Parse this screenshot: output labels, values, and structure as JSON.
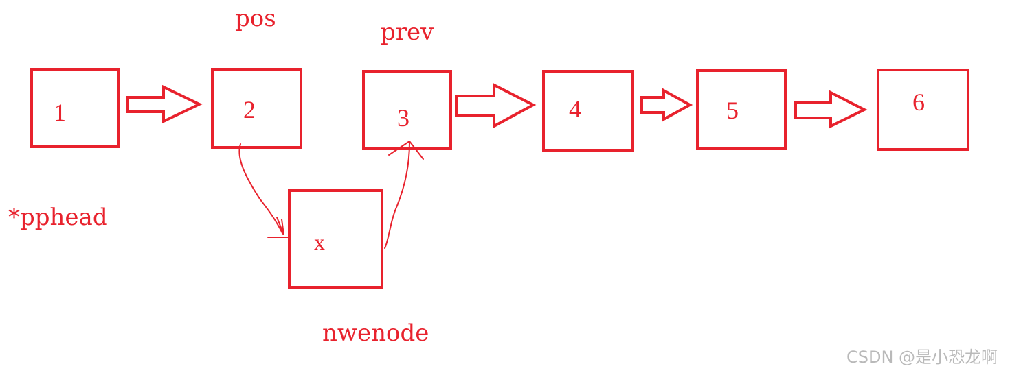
{
  "diagram": {
    "stroke_color": "#e8222d",
    "nodes": [
      {
        "id": "n1",
        "value": "1"
      },
      {
        "id": "n2",
        "value": "2"
      },
      {
        "id": "n3",
        "value": "3"
      },
      {
        "id": "n4",
        "value": "4"
      },
      {
        "id": "n5",
        "value": "5"
      },
      {
        "id": "n6",
        "value": "6"
      },
      {
        "id": "nx",
        "value": "x"
      }
    ],
    "labels": {
      "pos": "pos",
      "prev": "prev",
      "pphead": "*pphead",
      "newnode": "nwenode"
    }
  },
  "watermark": {
    "text": "CSDN @是小恐龙啊",
    "color": "#b9b9b9"
  }
}
